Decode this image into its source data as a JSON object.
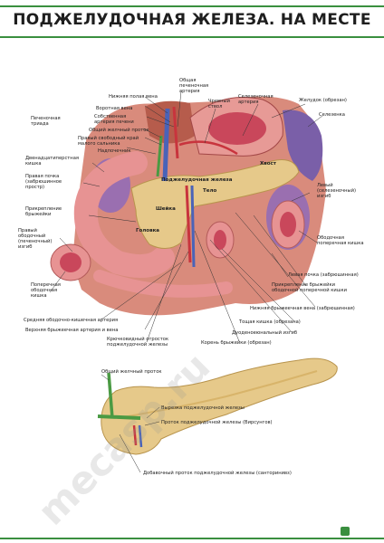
{
  "title": "ПОДЖЕЛУДОЧНАЯ ЖЕЛЕЗА. НА МЕСТЕ",
  "watermark": "mecasp.ru",
  "brand": {
    "name": "",
    "color": "#3a8f3f"
  },
  "colors": {
    "rule": "#3a8f3f",
    "pancreas": "#e6c98a",
    "intestine": "#e79393",
    "liver": "#b65c4c",
    "vessel_red": "#c8343d",
    "vessel_blue": "#4a63b8",
    "duct_green": "#4a9a43",
    "kidney": "#9a6fb0"
  },
  "labels": {
    "ivc": "Нижняя полая вена",
    "portal_vein": "Воротная вена",
    "hepatic_artery": "Собственная\nартерия печени",
    "common_bile_duct": "Общий желчный проток",
    "omentum_edge": "Правый свободный край\nмалого сальника",
    "adrenal": "Надпочечник",
    "hepatic_triad": "Печеночная\nтриада",
    "common_hepatic_artery": "Общая\nпеченочная\nартерия",
    "celiac_trunk": "Чревный\nствол",
    "splenic_artery": "Селезеночная\nартерия",
    "stomach": "Желудок (обрезан)",
    "spleen": "Селезенка",
    "duodenum": "Двенадцатиперстная\nкишка",
    "right_kidney": "Правая почка\n(забрюшинное\nпростр)",
    "mesentery_attach": "Прикрепление\nбрыжейки",
    "right_flexure": "Правый\nободочный\n(печеночный)\nизгиб",
    "transverse_colon_left": "Поперечная\nободочная\nкишка",
    "pancreas": "Поджелудочная железа",
    "tail": "Хвост",
    "body": "Тело",
    "neck": "Шейка",
    "head": "Головка",
    "left_flexure": "Левый\n(селезеночный)\nизгиб",
    "transverse_colon_right": "Ободочная\nпоперечная кишка",
    "left_kidney": "Левая почка (забрюшинная)",
    "transverse_mesocolon": "Прикрепление брыжейки\nободочной поперечной кишки",
    "imv": "Нижняя брыжеечная вена (забрюшинная)",
    "jejunum": "Тощая кишка (обрезана)",
    "duodenojejunal": "Дуоденоеюнальный изгиб",
    "mesentery_root": "Корень брыжейки (обрезан)",
    "middle_colic_artery": "Средняя ободочно-кишечная артерия",
    "sma_smv": "Верхняя брыжеечная артерия и вена",
    "uncinate": "Крючковидный отросток\nподжелудочной железы",
    "b_common_bile_duct": "Общий желчный проток",
    "b_notch": "Вырезка поджелудочной железы",
    "b_main_duct": "Проток поджелудочной железы (Вирсунгов)",
    "b_accessory_duct": "Добавочный проток поджелудочной железы (санторинивз)"
  }
}
